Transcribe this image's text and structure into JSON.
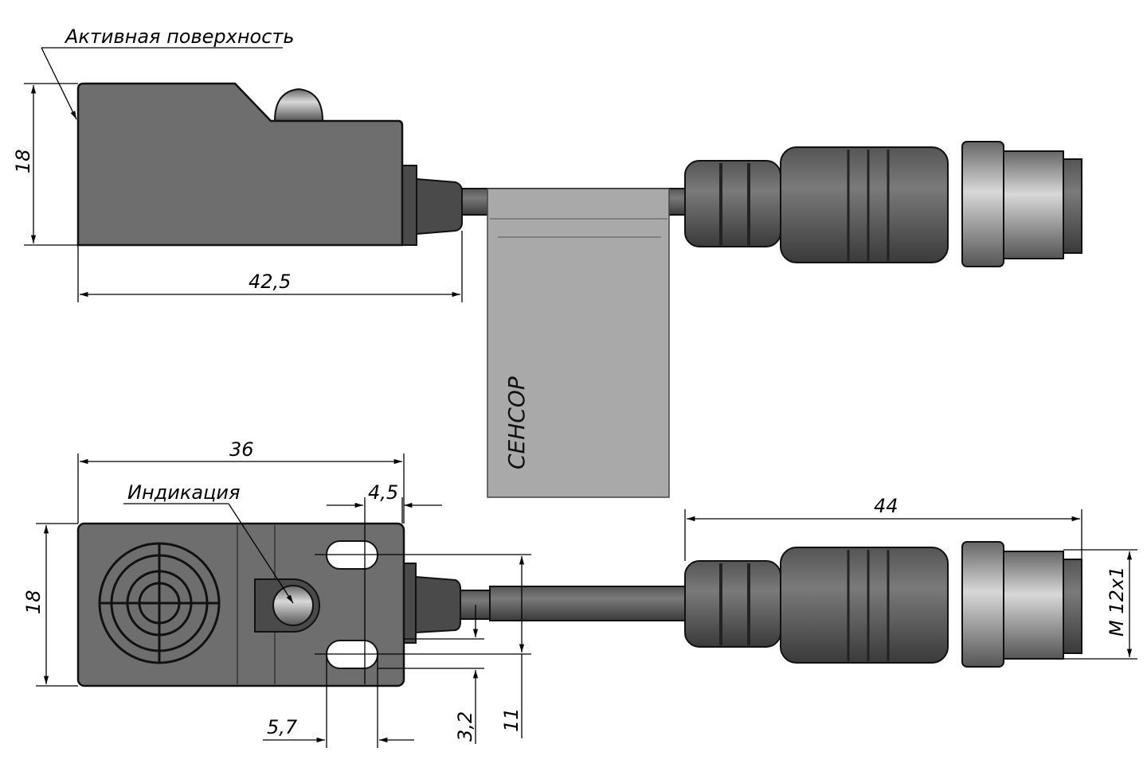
{
  "labels": {
    "active_surface": "Активная поверхность",
    "indication": "Индикация",
    "brand_flag": "СЕНСОР"
  },
  "dimensions": {
    "top_height": "18",
    "top_length": "42,5",
    "bottom_width": "36",
    "slot_offset": "4,5",
    "connector_length": "44",
    "bottom_height": "18",
    "thread": "M 12x1",
    "slot_spacing": "5,7",
    "cable_offset": "3,2",
    "slot_distance": "11"
  },
  "colors": {
    "body": "#6e6e6e",
    "flag": "#a9a9a9",
    "connector": "#4a4a4a"
  }
}
